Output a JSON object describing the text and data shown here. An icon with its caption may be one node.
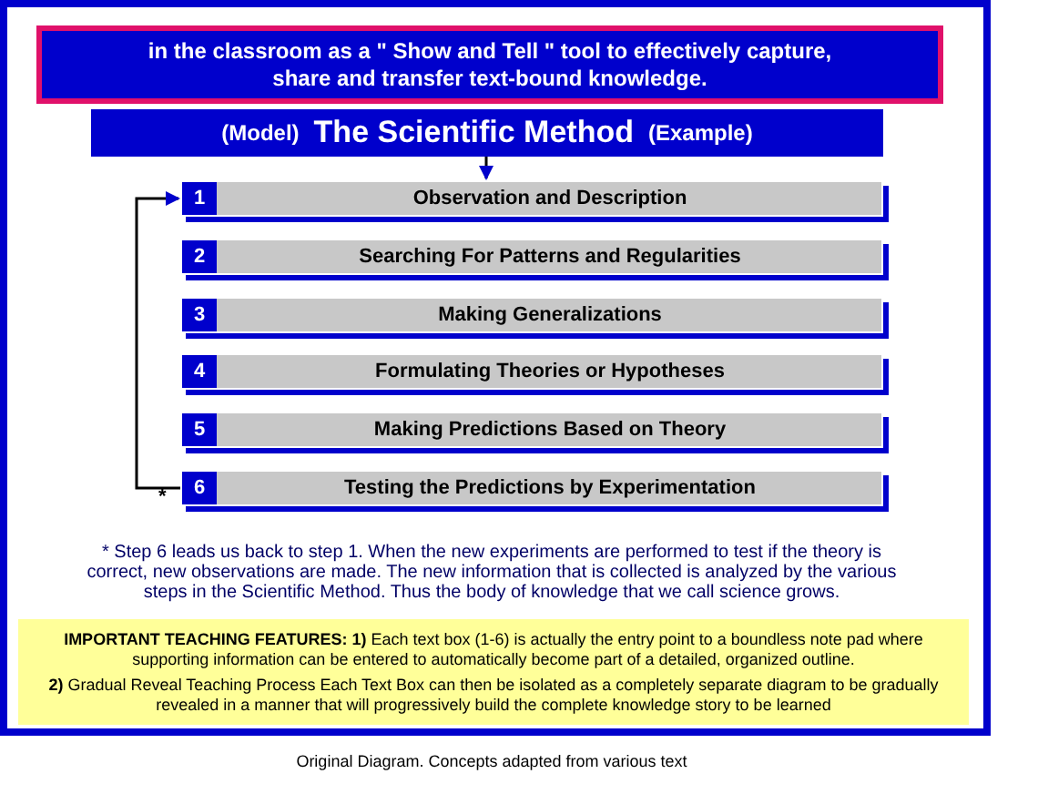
{
  "diagram": {
    "nodes": [
      {
        "text": [
          "in the classroom as a \" Show and Tell \" tool to effectively capture, share and transfer text-bound knowledge."
        ]
      },
      {
        "text": [
          "(Model)",
          "The Scientific Method",
          "(Example)"
        ]
      },
      {
        "text": [
          "1",
          "Observation and Description"
        ]
      },
      {
        "text": [
          "2",
          "Searching For Patterns and Regularities"
        ]
      },
      {
        "text": [
          "3",
          "Making Generalizations"
        ]
      },
      {
        "text": [
          "4",
          "Formulating Theories or Hypotheses"
        ]
      },
      {
        "text": [
          "5",
          "Making Predictions Based on Theory"
        ]
      },
      {
        "text": [
          "6",
          "Testing the Predictions by Experimentation"
        ],
        "beside": [
          "*"
        ]
      },
      {
        "text": [
          "**IMPORTANT TEACHING FEATURES:  1)** Each text box (1-6) is actually the entry point to a boundless note pad where supporting information can be entered to automatically become part of a detailed, organized outline.",
          "**2)** Gradual Reveal Teaching Process Each Text Box can then be isolated as a completely separate diagram to be gradually revealed in a manner that will progressively build the complete knowledge story to be learned"
        ]
      }
    ],
    "edges": [
      {
        "from": 1,
        "to": 2,
        "arrow": "to"
      },
      {
        "from": 7,
        "to": 2,
        "arrow": "to"
      }
    ],
    "labels": [
      "* Step 6 leads us back to step 1. When the new experiments are performed to test if the theory is correct, new observations are made. The new information that is collected is analyzed by the various steps in the Scientific Method. Thus the body of knowledge that we call science grows.",
      "Original Diagram. Concepts adapted from various text"
    ]
  }
}
